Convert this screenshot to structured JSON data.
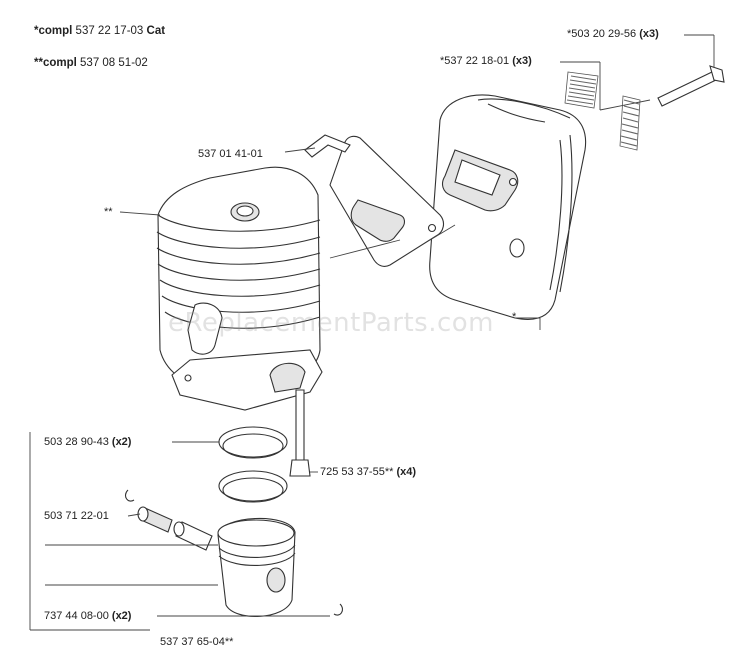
{
  "header": {
    "line1": {
      "prefix": "*compl",
      "number": "537 22 17-03",
      "suffix": "Cat"
    },
    "line2": {
      "prefix": "**compl",
      "number": "537 08 51-02"
    }
  },
  "watermark": "eReplacementParts.com",
  "parts": {
    "bolt_muffler": {
      "number": "*503 20 29-56",
      "qty": "(x3)"
    },
    "spark_screen": {
      "number": "*537 22 18-01",
      "qty": "(x3)"
    },
    "gasket": {
      "number": "537 01 41-01"
    },
    "cylinder": {
      "number": "**"
    },
    "muffler": {
      "number": "*"
    },
    "piston_rings": {
      "number": "503 28 90-43",
      "qty": "(x2)"
    },
    "cylinder_bolt": {
      "number": "725 53 37-55**",
      "qty": "(x4)"
    },
    "needle_bearing": {
      "number": "503 71 22-01"
    },
    "circlip": {
      "number": "737 44 08-00",
      "qty": "(x2)"
    },
    "piston_kit": {
      "number": "537 37 65-04**"
    }
  }
}
